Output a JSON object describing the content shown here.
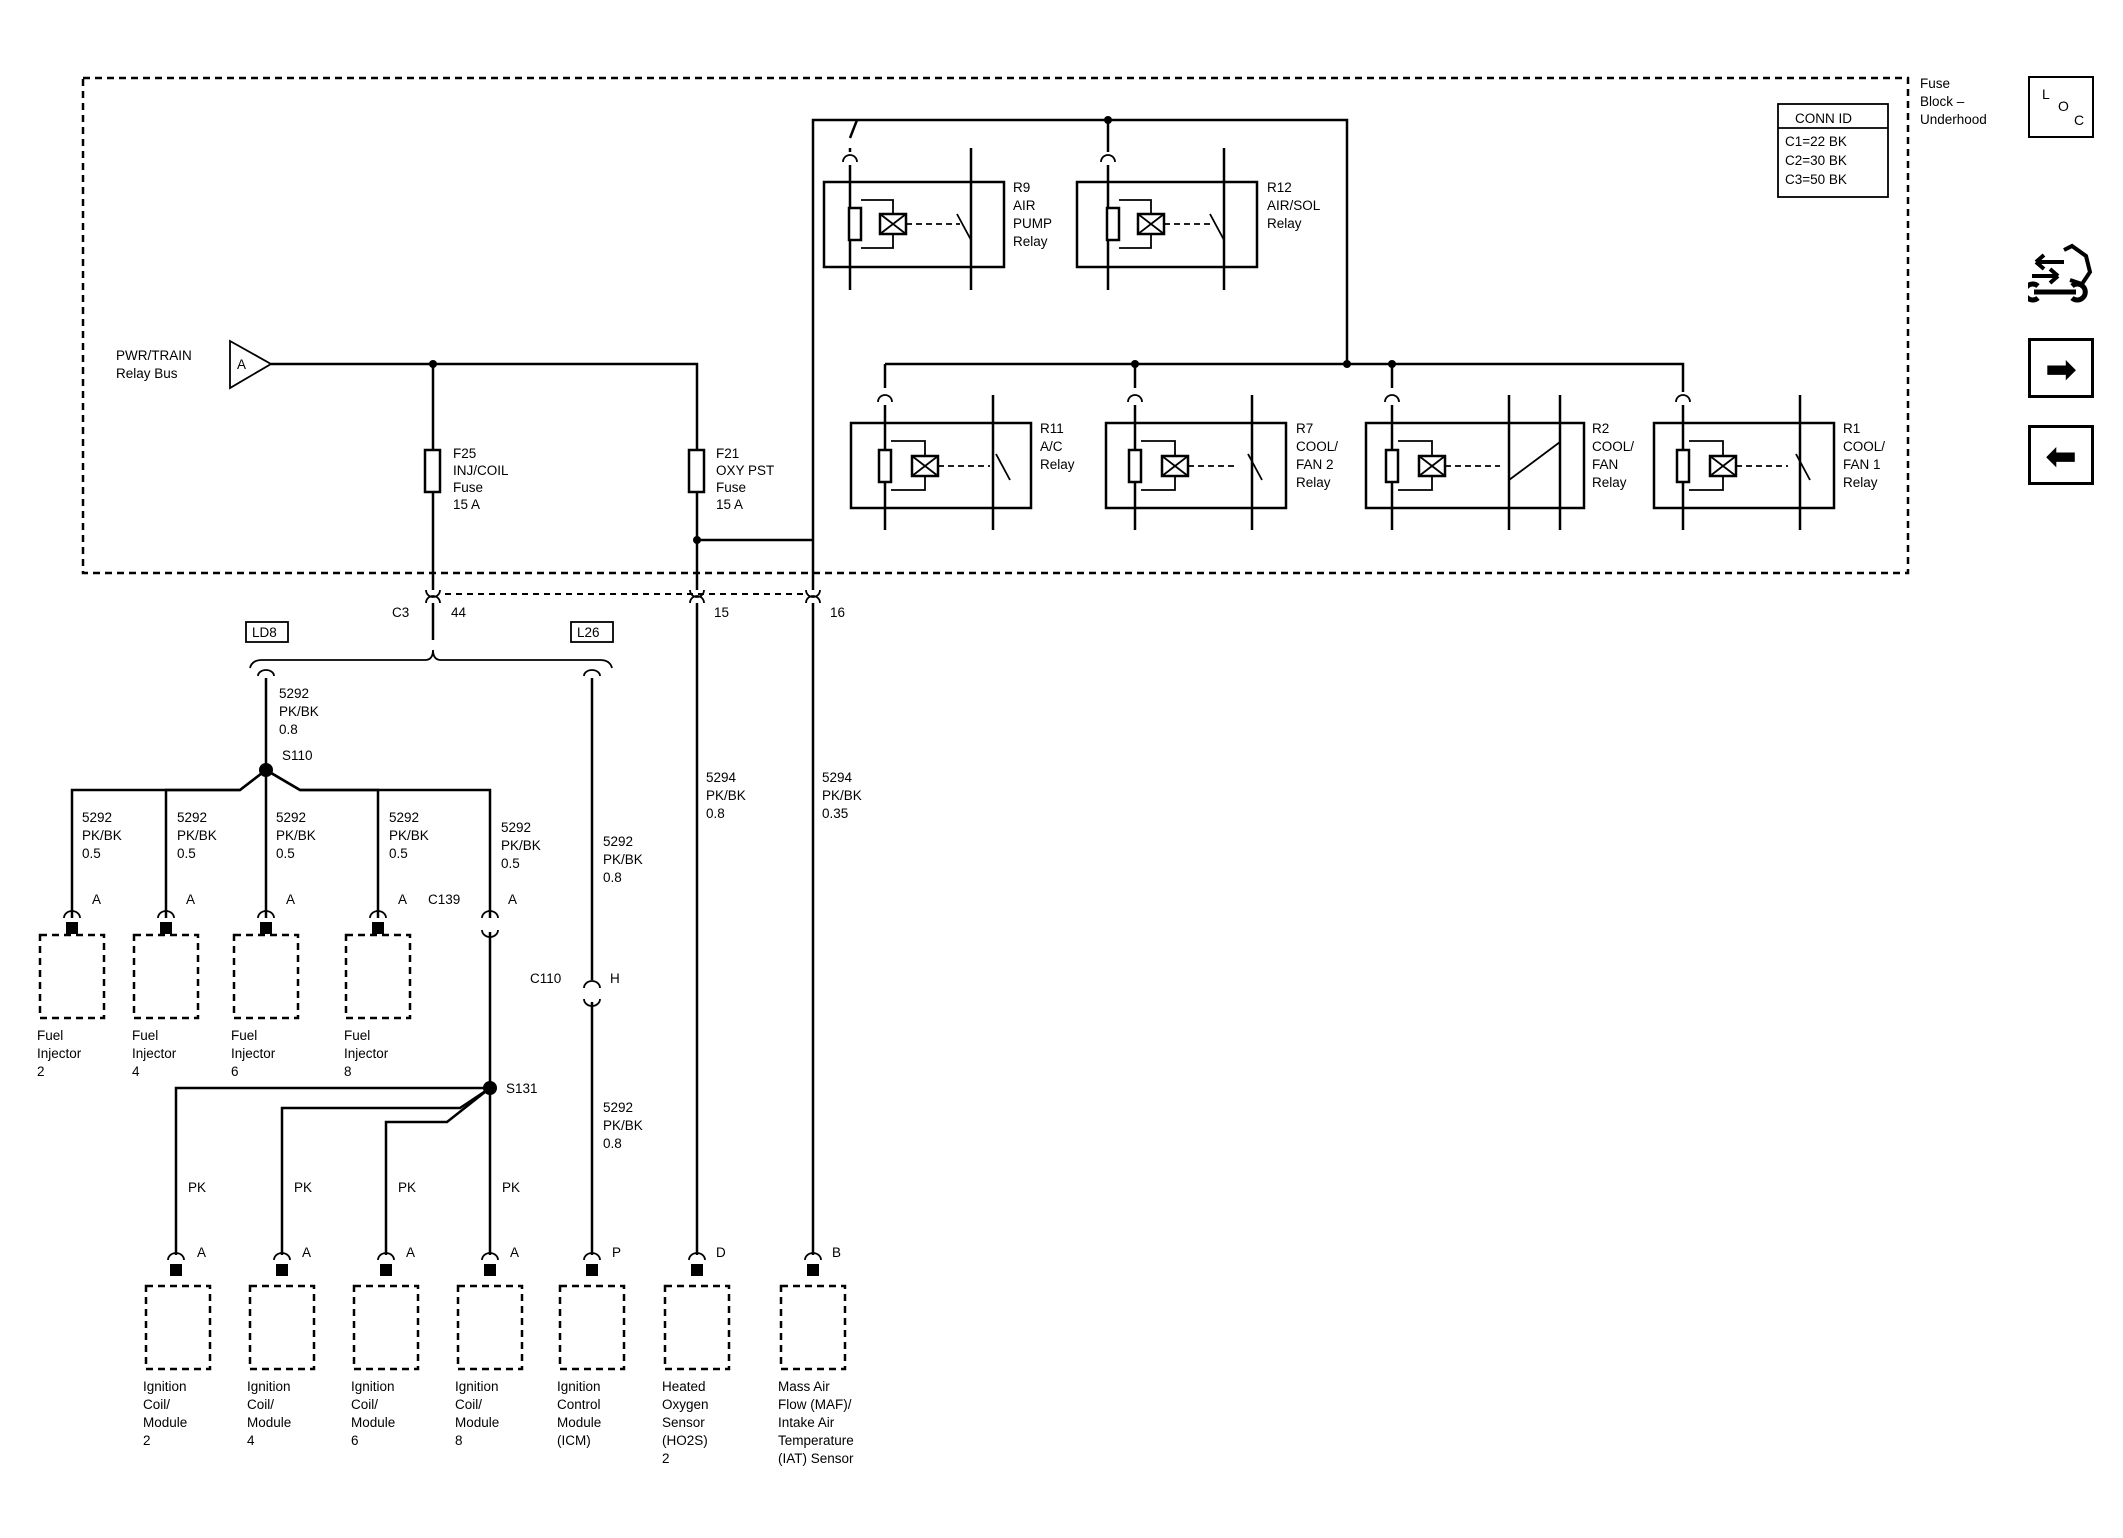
{
  "fuse_block": {
    "label_1": "Fuse",
    "label_2": "Block –",
    "label_3": "Underhood"
  },
  "conn_id": {
    "header": "CONN ID",
    "c1": "C1=22 BK",
    "c2": "C2=30 BK",
    "c3": "C3=50 BK"
  },
  "loc_button": {
    "l": "L",
    "o": "O",
    "c": "C"
  },
  "nav": {
    "forward_glyph": "➡",
    "back_glyph": "⬅",
    "tools_icon": "wrench-car-icon"
  },
  "bus": {
    "line1": "PWR/TRAIN",
    "line2": "Relay Bus",
    "tag": "A"
  },
  "fuses": [
    {
      "l1": "F25",
      "l2": "INJ/COIL",
      "l3": "Fuse",
      "l4": "15 A"
    },
    {
      "l1": "F21",
      "l2": "OXY PST",
      "l3": "Fuse",
      "l4": "15 A"
    }
  ],
  "relays": [
    {
      "l1": "R9",
      "l2": "AIR",
      "l3": "PUMP",
      "l4": "Relay"
    },
    {
      "l1": "R12",
      "l2": "AIR/SOL",
      "l3": "Relay",
      "l4": ""
    },
    {
      "l1": "R11",
      "l2": "A/C",
      "l3": "Relay",
      "l4": ""
    },
    {
      "l1": "R7",
      "l2": "COOL/",
      "l3": "FAN 2",
      "l4": "Relay"
    },
    {
      "l1": "R2",
      "l2": "COOL/",
      "l3": "FAN",
      "l4": "Relay"
    },
    {
      "l1": "R1",
      "l2": "COOL/",
      "l3": "FAN 1",
      "l4": "Relay"
    }
  ],
  "connectors": {
    "c3": "C3",
    "pin44": "44",
    "pin15": "15",
    "pin16": "16",
    "c139": "C139",
    "c110": "C110",
    "c110_pin": "H"
  },
  "options": {
    "ld8": "LD8",
    "l26": "L26"
  },
  "splices": {
    "s110": "S110",
    "s131": "S131"
  },
  "wires": {
    "main": {
      "c": "5292",
      "col": "PK/BK",
      "g": "0.8"
    },
    "inj2": {
      "c": "5292",
      "col": "PK/BK",
      "g": "0.5"
    },
    "inj4": {
      "c": "5292",
      "col": "PK/BK",
      "g": "0.5"
    },
    "inj6": {
      "c": "5292",
      "col": "PK/BK",
      "g": "0.5"
    },
    "inj8": {
      "c": "5292",
      "col": "PK/BK",
      "g": "0.5"
    },
    "c139": {
      "c": "5292",
      "col": "PK/BK",
      "g": "0.5"
    },
    "l26_upper": {
      "c": "5292",
      "col": "PK/BK",
      "g": "0.8"
    },
    "l26_lower": {
      "c": "5292",
      "col": "PK/BK",
      "g": "0.8"
    },
    "ho2s": {
      "c": "5294",
      "col": "PK/BK",
      "g": "0.8"
    },
    "maf": {
      "c": "5294",
      "col": "PK/BK",
      "g": "0.35"
    },
    "pk": "PK"
  },
  "pins": {
    "a": "A",
    "p": "P",
    "d": "D",
    "b": "B"
  },
  "injectors": [
    {
      "l1": "Fuel",
      "l2": "Injector",
      "l3": "2"
    },
    {
      "l1": "Fuel",
      "l2": "Injector",
      "l3": "4"
    },
    {
      "l1": "Fuel",
      "l2": "Injector",
      "l3": "6"
    },
    {
      "l1": "Fuel",
      "l2": "Injector",
      "l3": "8"
    }
  ],
  "coils": [
    {
      "l1": "Ignition",
      "l2": "Coil/",
      "l3": "Module",
      "l4": "2"
    },
    {
      "l1": "Ignition",
      "l2": "Coil/",
      "l3": "Module",
      "l4": "4"
    },
    {
      "l1": "Ignition",
      "l2": "Coil/",
      "l3": "Module",
      "l4": "6"
    },
    {
      "l1": "Ignition",
      "l2": "Coil/",
      "l3": "Module",
      "l4": "8"
    }
  ],
  "icm": {
    "l1": "Ignition",
    "l2": "Control",
    "l3": "Module",
    "l4": "(ICM)"
  },
  "ho2s": {
    "l1": "Heated",
    "l2": "Oxygen",
    "l3": "Sensor",
    "l4": "(HO2S)",
    "l5": "2"
  },
  "maf": {
    "l1": "Mass Air",
    "l2": "Flow (MAF)/",
    "l3": "Intake Air",
    "l4": "Temperature",
    "l5": "(IAT) Sensor"
  }
}
